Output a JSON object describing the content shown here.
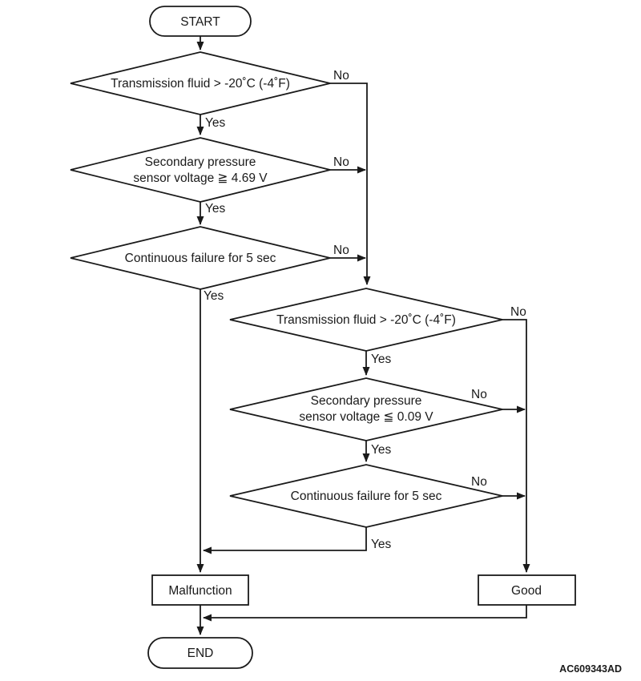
{
  "figure": {
    "id_label": "AC609343AD",
    "background_color": "#ffffff",
    "line_color": "#1a1a1a"
  },
  "flowchart": {
    "start_label": "START",
    "end_label": "END",
    "yes_label": "Yes",
    "no_label": "No",
    "decisions": [
      {
        "lines": [
          "Transmission fluid > -20˚C (-4˚F)"
        ]
      },
      {
        "lines": [
          "Secondary pressure",
          "sensor voltage ≧ 4.69 V"
        ]
      },
      {
        "lines": [
          "Continuous failure for 5 sec"
        ]
      },
      {
        "lines": [
          "Transmission fluid > -20˚C (-4˚F)"
        ]
      },
      {
        "lines": [
          "Secondary pressure",
          "sensor voltage ≦ 0.09 V"
        ]
      },
      {
        "lines": [
          "Continuous failure for 5 sec"
        ]
      }
    ],
    "outcomes": {
      "malfunction": "Malfunction",
      "good": "Good"
    }
  }
}
